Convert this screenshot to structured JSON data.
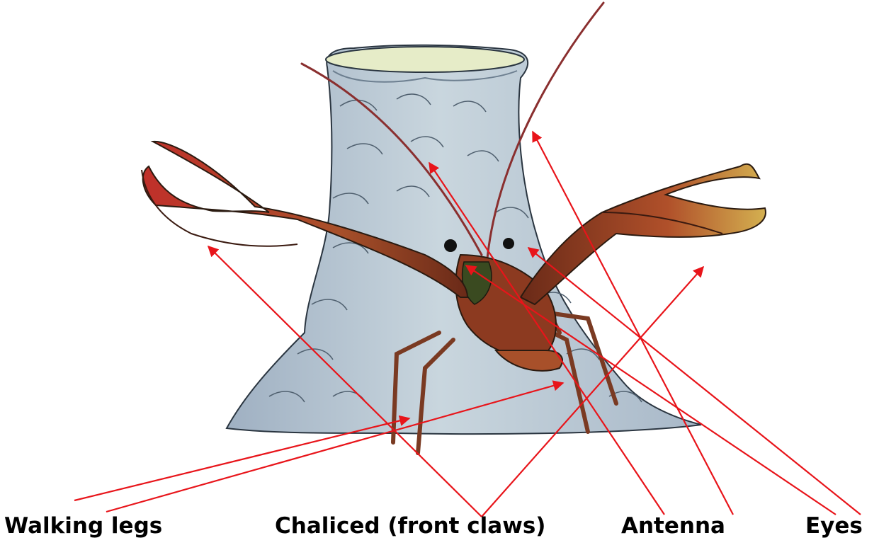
{
  "labels": {
    "walking_legs": "Walking legs",
    "claws": "Chaliced (front claws)",
    "antenna": "Antenna",
    "eyes": "Eyes"
  },
  "colors": {
    "arrow": "#e8141a",
    "chimney": "#b9c7d3",
    "chimney_shadow": "#8aa0b3",
    "chimney_highlight": "#e9efd0",
    "body": "#8c3a20",
    "claw": "#b8402a",
    "claw_tip": "#d8b060",
    "background": "#ffffff"
  }
}
